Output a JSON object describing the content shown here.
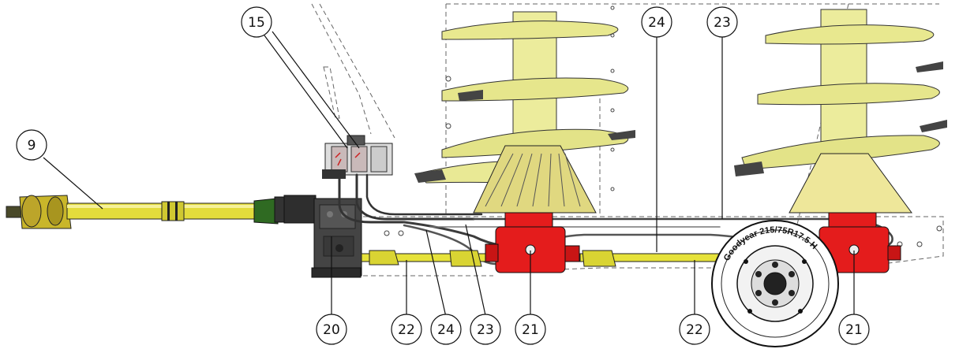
{
  "callouts": {
    "c9": "9",
    "c15": "15",
    "c24_top": "24",
    "c23_top": "23",
    "c20": "20",
    "c22_left": "22",
    "c24_bottom": "24",
    "c23_bottom": "23",
    "c21_left": "21",
    "c22_right": "22",
    "c21_right": "21"
  },
  "tire": {
    "brand_text": "Goodyear 215/75R17.5 H"
  },
  "colors": {
    "auger_yellow": "#ecec9c",
    "shaft_yellow": "#e6e23a",
    "gearbox_red": "#e41c1c",
    "valve_dark": "#3a3a3a",
    "line_gray": "#555555"
  }
}
